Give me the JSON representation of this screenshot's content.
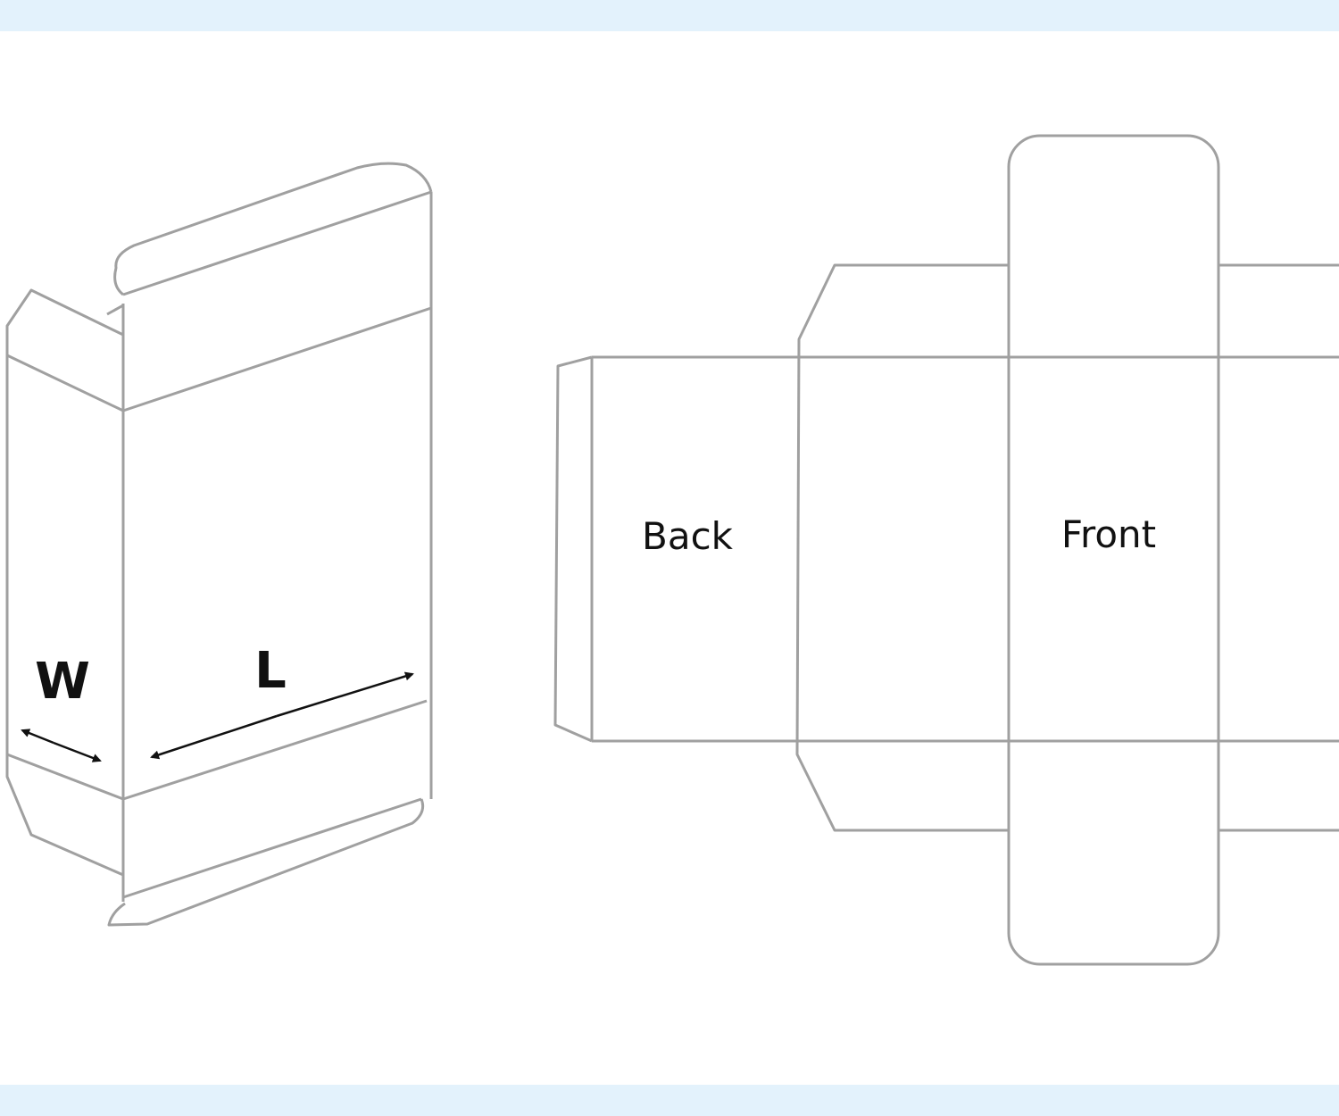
{
  "diagram": {
    "folded_box": {
      "width_label": "W",
      "length_label": "L"
    },
    "dieline": {
      "back_label": "Back",
      "front_label": "Front"
    },
    "colors": {
      "band": "#e3f2fc",
      "line": "#a0a0a0",
      "text": "#111111"
    }
  }
}
